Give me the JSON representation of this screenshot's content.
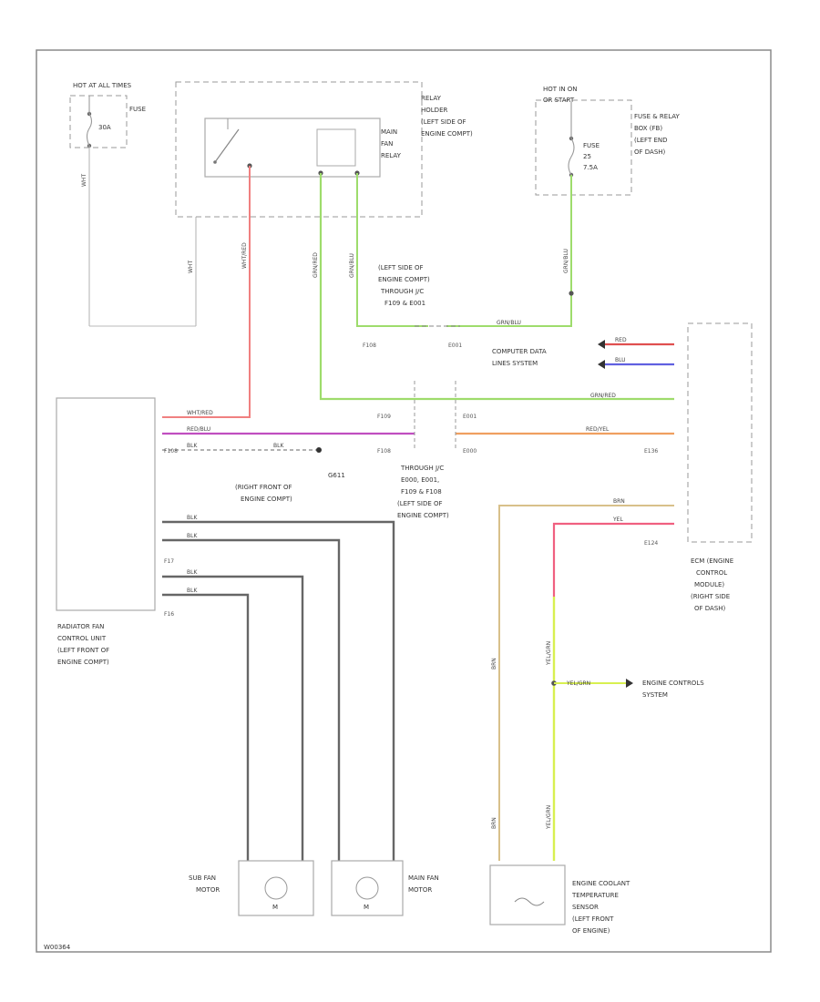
{
  "diagram": {
    "hot_at_all_times": "HOT AT ALL TIMES",
    "fuse_top_left": "FUSE",
    "fuse_30a": "30A",
    "relay_holder": [
      "RELAY",
      "HOLDER",
      "(LEFT SIDE OF",
      "ENGINE COMPT)"
    ],
    "main_fan_relay": [
      "MAIN",
      "FAN",
      "RELAY"
    ],
    "hot_in_on": [
      "HOT IN ON",
      "OR START"
    ],
    "fuse_relay_box": [
      "FUSE & RELAY",
      "BOX (FB)",
      "(LEFT END",
      "OF DASH)"
    ],
    "fuse_25": [
      "FUSE",
      "25",
      "7.5A"
    ],
    "left_side_through": [
      "(LEFT SIDE OF",
      "ENGINE COMPT)",
      "THROUGH J/C",
      "F109 & E001"
    ],
    "computer_data_lines": [
      "COMPUTER DATA",
      "LINES SYSTEM"
    ],
    "ground_g611": "G611",
    "ground_g611_loc": [
      "(RIGHT FRONT OF",
      "ENGINE COMPT)"
    ],
    "through_jc": [
      "THROUGH J/C",
      "E000, E001,",
      "F109 & F108",
      "(LEFT SIDE OF",
      "ENGINE COMPT)"
    ],
    "ecm": [
      "ECM (ENGINE",
      "CONTROL",
      "MODULE)",
      "(RIGHT SIDE",
      "OF DASH)"
    ],
    "radiator_fan_unit": [
      "RADIATOR FAN",
      "CONTROL UNIT",
      "(LEFT FRONT OF",
      "ENGINE COMPT)"
    ],
    "engine_controls_system": [
      "ENGINE CONTROLS",
      "SYSTEM"
    ],
    "sub_fan_motor": [
      "SUB FAN",
      "MOTOR"
    ],
    "main_fan_motor": [
      "MAIN FAN",
      "MOTOR"
    ],
    "coolant_sensor": [
      "ENGINE COOLANT",
      "TEMPERATURE",
      "SENSOR",
      "(LEFT FRONT",
      "OF ENGINE)"
    ],
    "motor_symbol": "M",
    "connectors": [
      "F108",
      "F109",
      "E001",
      "E000",
      "E136",
      "E124",
      "F17",
      "F16"
    ],
    "wire_labels": {
      "wht_red": "WHT/RED",
      "red_blu": "RED/BLU",
      "blk": "BLK",
      "grn_red": "GRN/RED",
      "red": "RED",
      "blu": "BLU",
      "wht": "WHT",
      "yel": "YEL",
      "brn": "BRN",
      "yel_grn": "YEL/GRN",
      "red_yel": "RED/YEL",
      "grn_blu": "GRN/BLU",
      "yellow": "YEL/GRN"
    },
    "footer_id": "W00364"
  }
}
